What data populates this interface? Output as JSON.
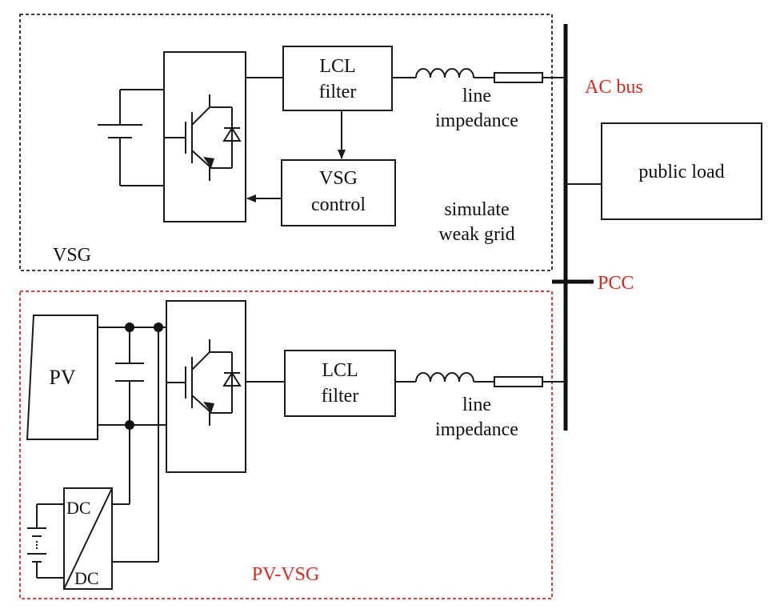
{
  "colors": {
    "line": "#1a1a1a",
    "accent_red": "#e0281e",
    "vsg_border": "#222222",
    "pvvsg_border": "#e0281e"
  },
  "vsg": {
    "region_label": "VSG",
    "filter_line1": "LCL",
    "filter_line2": "filter",
    "control_line1": "VSG",
    "control_line2": "control",
    "impedance_line1": "line",
    "impedance_line2": "impedance",
    "weak_line1": "simulate",
    "weak_line2": "weak grid"
  },
  "bus": {
    "ac_bus_label": "AC bus",
    "pcc_label": "PCC",
    "load_label": "public load"
  },
  "pv_vsg": {
    "region_label": "PV-VSG",
    "pv_label": "PV",
    "dc_top": "DC",
    "dc_bottom": "DC",
    "filter_line1": "LCL",
    "filter_line2": "filter",
    "impedance_line1": "line",
    "impedance_line2": "impedance"
  },
  "icons": [
    "battery-icon",
    "igbt-switch-icon",
    "inductor-icon",
    "resistor-icon",
    "capacitor-icon",
    "dc-dc-converter-icon",
    "pv-panel-icon",
    "arrow-icon"
  ]
}
